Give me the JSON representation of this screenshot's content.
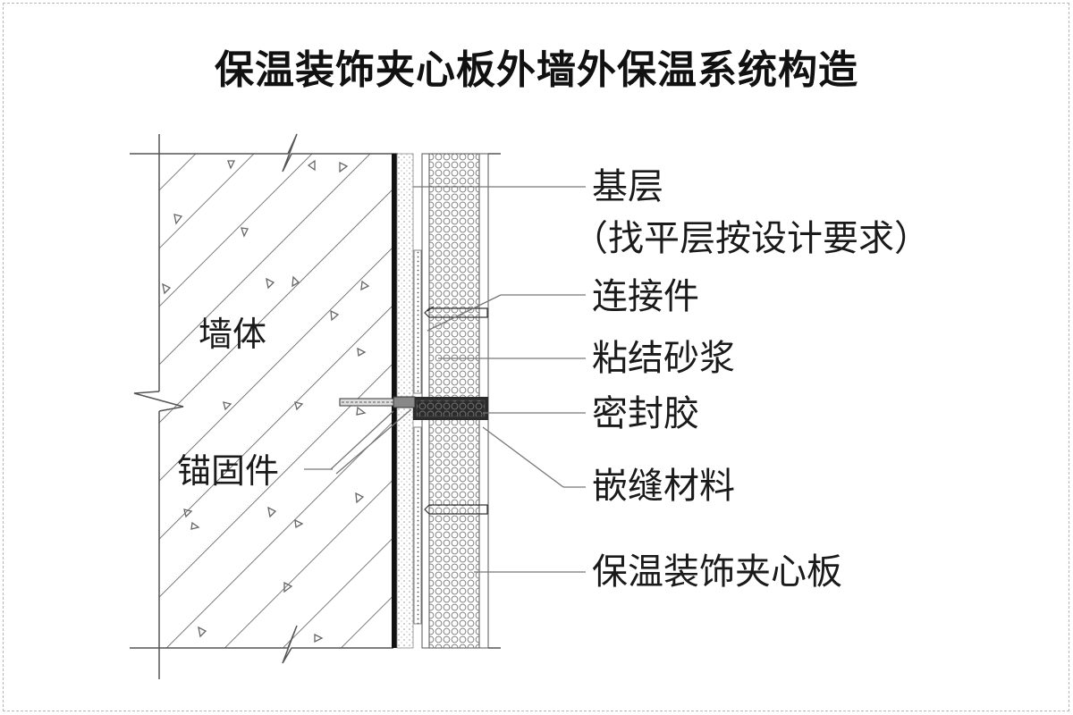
{
  "title": "保温装饰夹心板外墙外保温系统构造",
  "left_labels": {
    "wall": "墙体",
    "anchor": "锚固件"
  },
  "right_labels": {
    "base_layer": "基层",
    "leveling_note": "（找平层按设计要求）",
    "connector": "连接件",
    "bonding_mortar": "粘结砂浆",
    "sealant": "密封胶",
    "joint_filler": "嵌缝材料",
    "sandwich_panel": "保温装饰夹心板"
  }
}
